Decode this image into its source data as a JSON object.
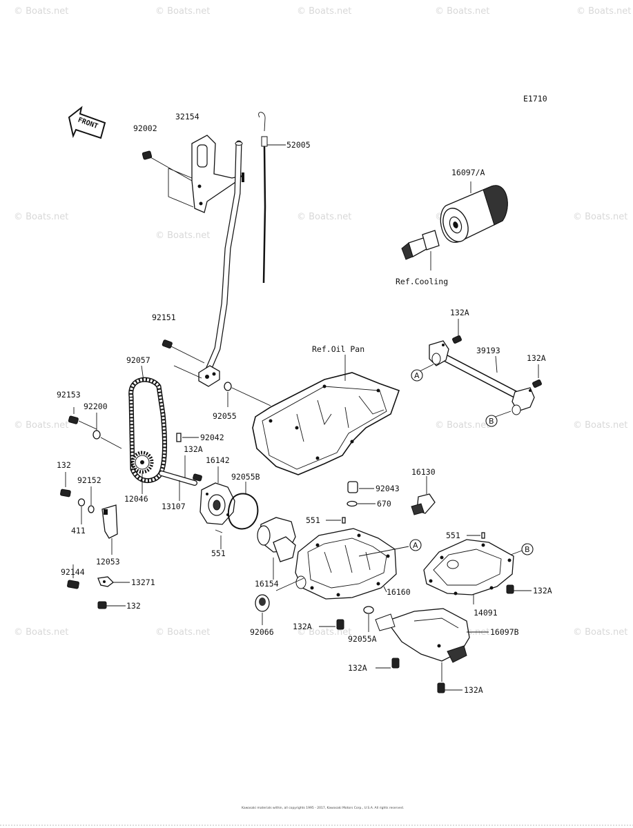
{
  "diagram_code": "E1710",
  "front_label": "FRONT",
  "callouts": {
    "p32154": "32154",
    "p92002": "92002",
    "p52005": "52005",
    "p16097A": "16097/A",
    "ref_cooling": "Ref.Cooling",
    "p132A_1": "132A",
    "p39193": "39193",
    "p132A_2": "132A",
    "p92151": "92151",
    "ref_oil_pan": "Ref.Oil Pan",
    "p92057": "92057",
    "p92153": "92153",
    "p92200": "92200",
    "p92055": "92055",
    "p92042": "92042",
    "p132A_3": "132A",
    "p16142": "16142",
    "p132_1": "132",
    "p92152": "92152",
    "p12046": "12046",
    "p13107": "13107",
    "p92055B": "92055B",
    "p411": "411",
    "p12053": "12053",
    "p551_1": "551",
    "p92144": "92144",
    "p13271": "13271",
    "p132_2": "132",
    "p16154": "16154",
    "p92043": "92043",
    "p670": "670",
    "p16130": "16130",
    "p551_2": "551",
    "p551_3": "551",
    "p16160": "16160",
    "p14091": "14091",
    "p132A_4": "132A",
    "p92066": "92066",
    "p132A_5": "132A",
    "p92055A": "92055A",
    "p16097B": "16097B",
    "p132A_6": "132A",
    "p132A_7": "132A"
  },
  "ref_letters": {
    "a1": "A",
    "b1": "B",
    "a2": "A",
    "b2": "B"
  },
  "watermark": "© Boats.net",
  "copyright": "Kawasaki materials within, all copyrights 1995 - 2017, Kawasaki Motors Corp., U.S.A. All rights reserved."
}
